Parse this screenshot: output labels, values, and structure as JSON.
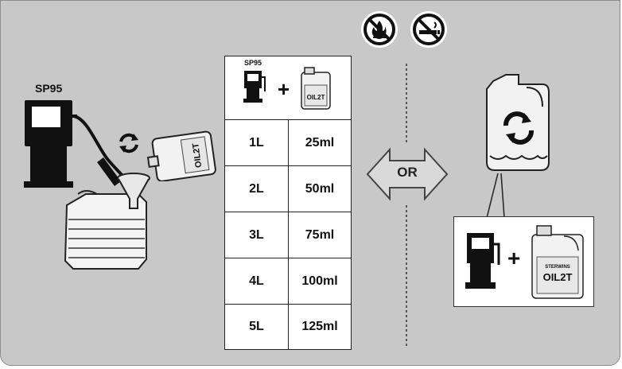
{
  "fuel_label": "SP95",
  "oil_brand": "STERWINS",
  "oil_product": "OIL2T",
  "or_label": "OR",
  "plus_sign": "+",
  "mix_table": {
    "header_fuel_label": "SP95",
    "rows": [
      {
        "fuel": "1L",
        "oil": "25ml"
      },
      {
        "fuel": "2L",
        "oil": "50ml"
      },
      {
        "fuel": "3L",
        "oil": "75ml"
      },
      {
        "fuel": "4L",
        "oil": "100ml"
      },
      {
        "fuel": "5L",
        "oil": "125ml"
      }
    ]
  },
  "icons": [
    "no-open-flame-icon",
    "no-smoking-icon",
    "fuel-pump-icon",
    "oil-bottle-icon",
    "jerrycan-icon",
    "funnel-icon",
    "mix-rotate-icon",
    "double-arrow-icon"
  ],
  "colors": {
    "background": "#c8c8c8",
    "ink": "#111111",
    "arrow_fill": "#d9d9d9"
  }
}
